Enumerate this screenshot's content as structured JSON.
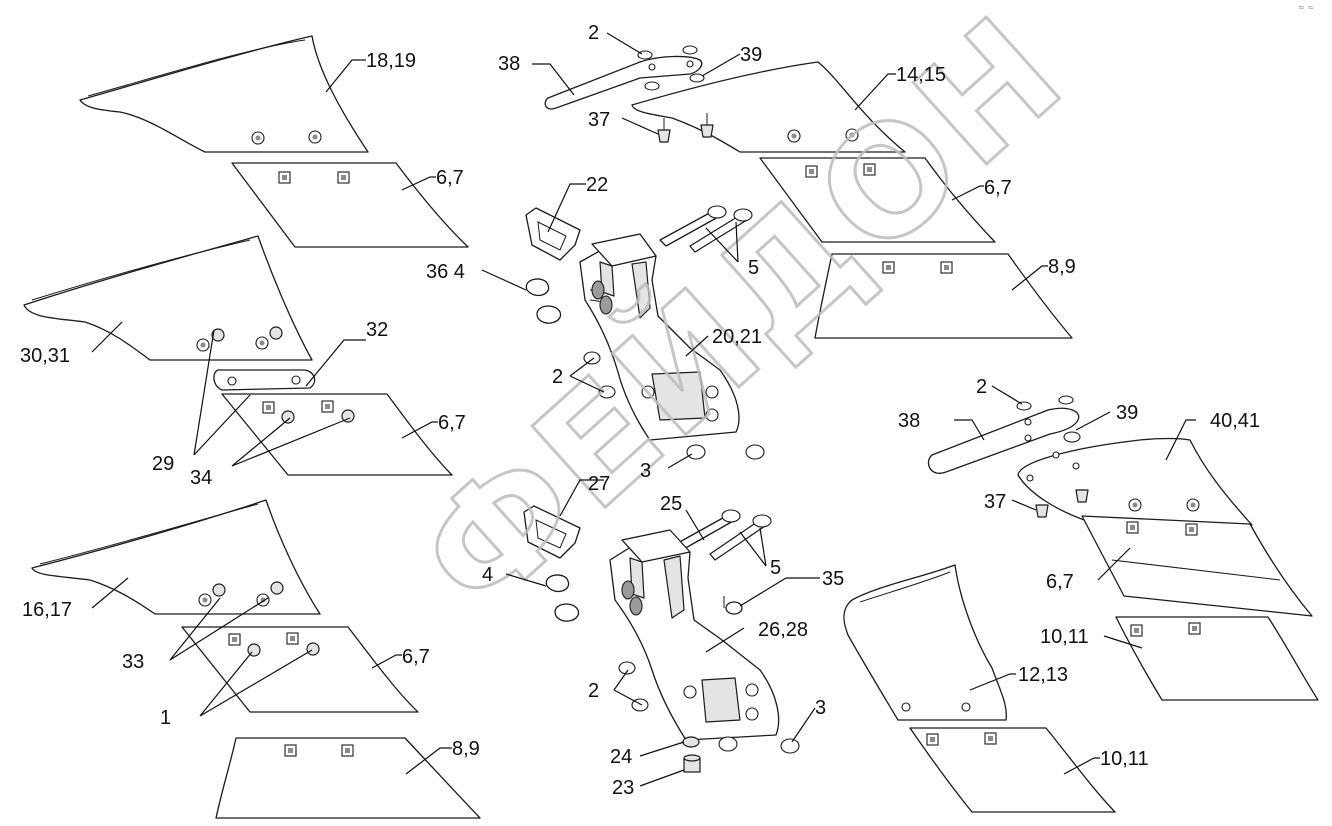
{
  "watermark": "ФЕЙДОН",
  "corner_mark": "≈ ≈",
  "labels": {
    "l_18_19": "18,19",
    "l_6_7_a": "6,7",
    "l_30_31": "30,31",
    "l_32": "32",
    "l_6_7_b": "6,7",
    "l_29": "29",
    "l_34": "34",
    "l_16_17": "16,17",
    "l_33": "33",
    "l_6_7_c": "6,7",
    "l_1": "1",
    "l_8_9_a": "8,9",
    "l_2_a": "2",
    "l_38_a": "38",
    "l_39_a": "39",
    "l_37_a": "37",
    "l_14_15": "14,15",
    "l_6_7_d": "6,7",
    "l_22": "22",
    "l_36_4": "36 4",
    "l_5_a": "5",
    "l_8_9_b": "8,9",
    "l_20_21": "20,21",
    "l_2_b": "2",
    "l_3_a": "3",
    "l_27": "27",
    "l_25": "25",
    "l_4": "4",
    "l_5_b": "5",
    "l_35": "35",
    "l_26_28": "26,28",
    "l_2_c": "2",
    "l_3_b": "3",
    "l_24": "24",
    "l_23": "23",
    "l_2_d": "2",
    "l_38_b": "38",
    "l_39_b": "39",
    "l_40_41": "40,41",
    "l_37_b": "37",
    "l_6_7_e": "6,7",
    "l_10_11_a": "10,11",
    "l_12_13": "12,13",
    "l_10_11_b": "10,11"
  }
}
